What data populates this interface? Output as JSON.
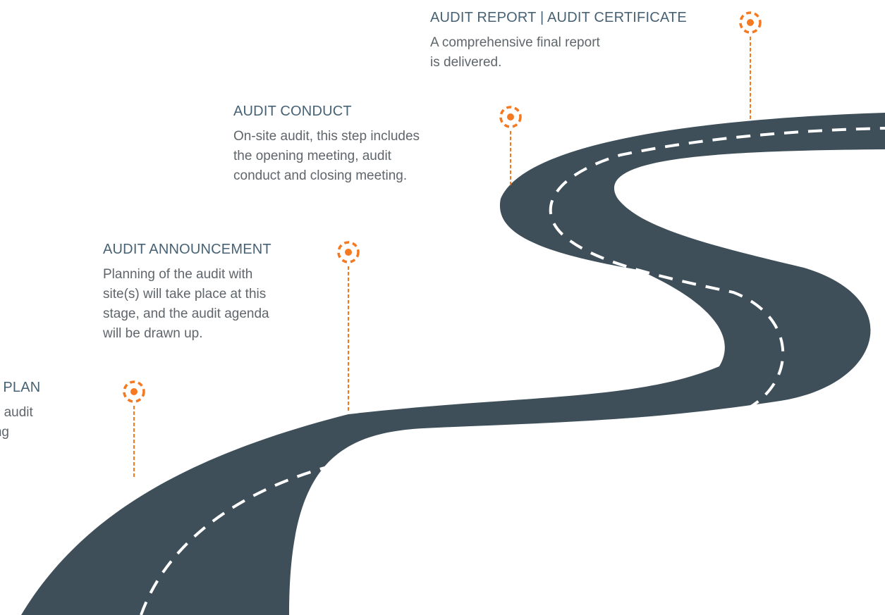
{
  "steps": [
    {
      "title": "AUDIT PLAN",
      "visible_title": "T PLAN",
      "description": [
        "bes the audit",
        "reporting"
      ]
    },
    {
      "title": "AUDIT ANNOUNCEMENT",
      "description": [
        "Planning of the audit with",
        "site(s) will take place at this",
        "stage, and the audit agenda",
        "will be drawn up."
      ]
    },
    {
      "title": "AUDIT CONDUCT",
      "description": [
        "On-site audit, this step includes",
        "the opening meeting, audit",
        "conduct and closing meeting."
      ]
    },
    {
      "title": "AUDIT REPORT | AUDIT CERTIFICATE",
      "description": [
        "A comprehensive final report",
        "is delivered."
      ]
    }
  ],
  "colors": {
    "road": "#3e4f5a",
    "dash": "#ffffff",
    "marker": "#f47920",
    "title": "#476274",
    "text": "#5f666b"
  },
  "icons": {
    "marker": "location-target-icon"
  }
}
